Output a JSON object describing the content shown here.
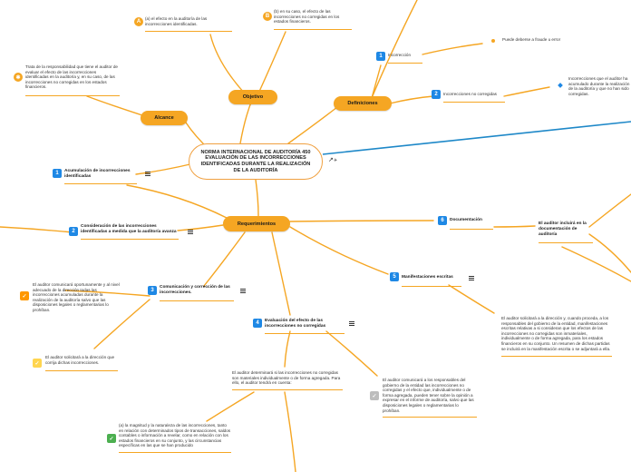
{
  "central": {
    "title": "NORMA INTERNACIONAL DE AUDITORÍA 450 EVALUACIÓN DE LAS INCORRECCIONES IDENTIFICADAS DURANTE LA REALIZACIÓN DE LA AUDITORÍA"
  },
  "objetivo": {
    "label": "Objetivo",
    "a_text": "(a) el efecto en la auditoría de las incorrecciones identificadas.",
    "b_text": "(b) en su caso, el efecto de las incorrecciones no corregidas en los estados financieros."
  },
  "alcance": {
    "label": "Alcance",
    "text": "Trata de la responsabilidad que tiene el auditor de evaluar el efecto de las incorrecciones identificadas en la auditoría y, en su caso, de las incorrecciones no corregidas en los estados financieros."
  },
  "definiciones": {
    "label": "Definiciones",
    "item1": {
      "num": "1",
      "label": "Incorrección",
      "child": "Puede deberse a fraude u error"
    },
    "item2": {
      "num": "2",
      "label": "Incorrecciones no corregidas",
      "child": "Incorrecciones que el auditor ha acumulado durante la realización de la auditoría y que no han sido corregidas."
    }
  },
  "requerimientos": {
    "label": "Requerimientos",
    "items": [
      {
        "num": "1",
        "title": "Acumulación de incorrecciones identificadas"
      },
      {
        "num": "2",
        "title": "Consideración de las incorrecciones identificadas a medida que la auditoría avanza"
      },
      {
        "num": "3",
        "title": "Comunicación y corrección de las incorrecciones.",
        "child1": "El auditor comunicará oportunamente y al nivel adecuado de la dirección todas las incorrecciones acumuladas durante la realización de la auditoría salvo que las disposiciones legales o reglamentarias lo prohíban.",
        "child2": "El auditor solicitará a la dirección que corrija dichas incorrecciones."
      },
      {
        "num": "4",
        "title": "Evaluación del efecto de las incorrecciones no corregidas",
        "child1": "El auditor determinará si las incorrecciones no corregidas son materiales individualmente o de forma agregada. Para ello, el auditor tendrá en cuenta:",
        "child2": "El auditor comunicará a los responsables del gobierno de la entidad las incorrecciones no corregidas y el efecto que, individualmente o de forma agregada, pueden tener sobre la opinión a expresar en el informe de auditoría, salvo que las disposiciones legales o reglamentarias lo prohíban.",
        "sub": "(a) la magnitud y la naturaleza de las incorrecciones, tanto en relación con determinados tipos de transacciones, saldos contables o información a revelar, como en relación con los estados financieros en su conjunto, y las circunstancias específicas en las que se han producido"
      },
      {
        "num": "5",
        "title": "Manifestaciones escritas",
        "child": "El auditor solicitará a la dirección y, cuando proceda, a los responsables del gobierno de la entidad, manifestaciones escritas relativas a si consideran que los efectos de las incorrecciones no corregidas son inmateriales, individualmente o de forma agregada, para los estados financieros en su conjunto. Un resumen de dichas partidas se incluirá en la manifestación escrita o se adjuntará a ella."
      },
      {
        "num": "6",
        "title": "Documentación",
        "child": "El auditor incluirá en la documentación de auditoría"
      }
    ]
  },
  "colors": {
    "branch": "#f5a623",
    "accent": "#1e88e5",
    "link": "#1e88c8"
  }
}
